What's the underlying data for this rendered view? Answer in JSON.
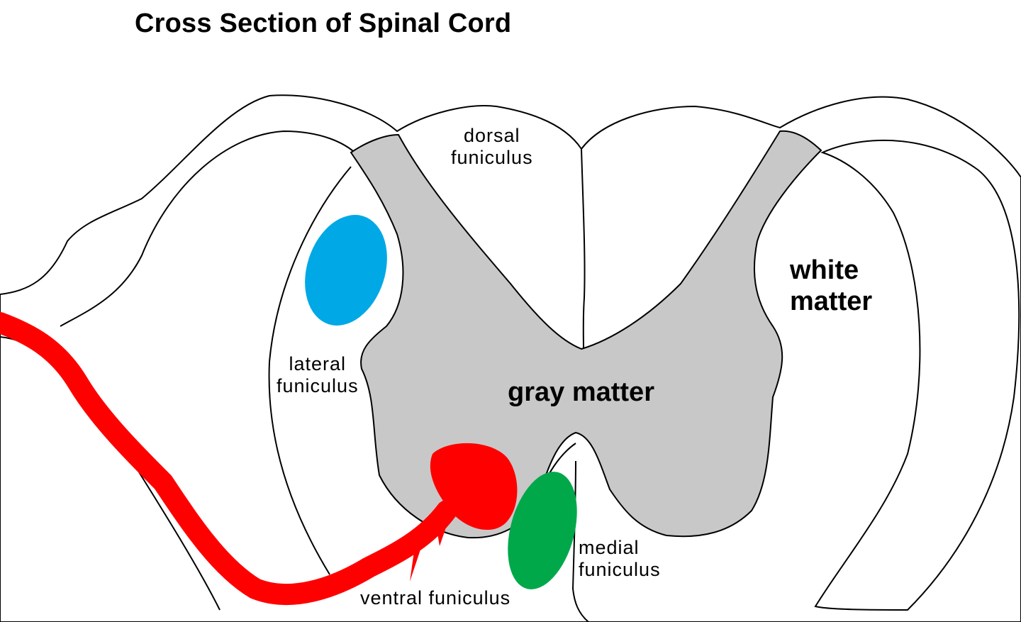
{
  "title": "Cross Section of Spinal Cord",
  "labels": {
    "dorsal_funiculus": [
      "dorsal",
      "funiculus"
    ],
    "lateral_funiculus": [
      "lateral",
      "funiculus"
    ],
    "gray_matter": "gray matter",
    "white_matter": [
      "white",
      "matter"
    ],
    "medial_funiculus": [
      "medial",
      "funiculus"
    ],
    "ventral_funiculus": "ventral funiculus"
  },
  "colors": {
    "gray_matter": "#c8c8c8",
    "outline": "#000000",
    "blue_tract": "#00a8e6",
    "green_tract": "#00a84a",
    "red_neuron": "#ff0000"
  }
}
